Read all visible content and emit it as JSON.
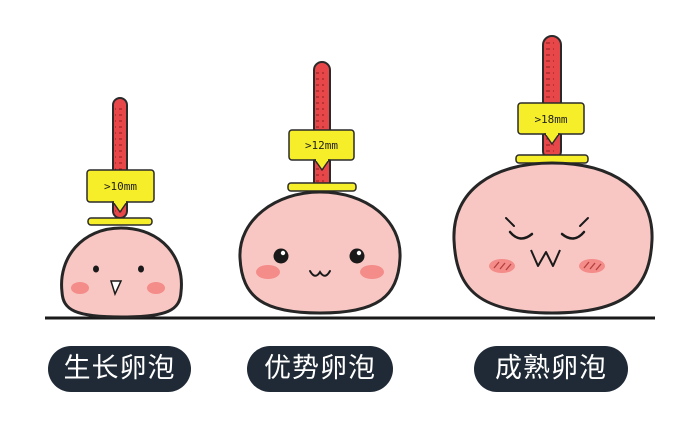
{
  "colors": {
    "egg_fill": "#f8c7c3",
    "egg_outline": "#262626",
    "ruler_red": "#e8474a",
    "tag_yellow": "#f7ee2a",
    "blush": "#f3817f",
    "pill_bg": "#1f2a36",
    "pill_text": "#ffffff"
  },
  "follicles": [
    {
      "size_label": ">10mm",
      "stage_label": "生长卵泡",
      "expression": "neutral-beak-face"
    },
    {
      "size_label": ">12mm",
      "stage_label": "优势卵泡",
      "expression": "smiling-face"
    },
    {
      "size_label": ">18mm",
      "stage_label": "成熟卵泡",
      "expression": "strained-face"
    }
  ]
}
